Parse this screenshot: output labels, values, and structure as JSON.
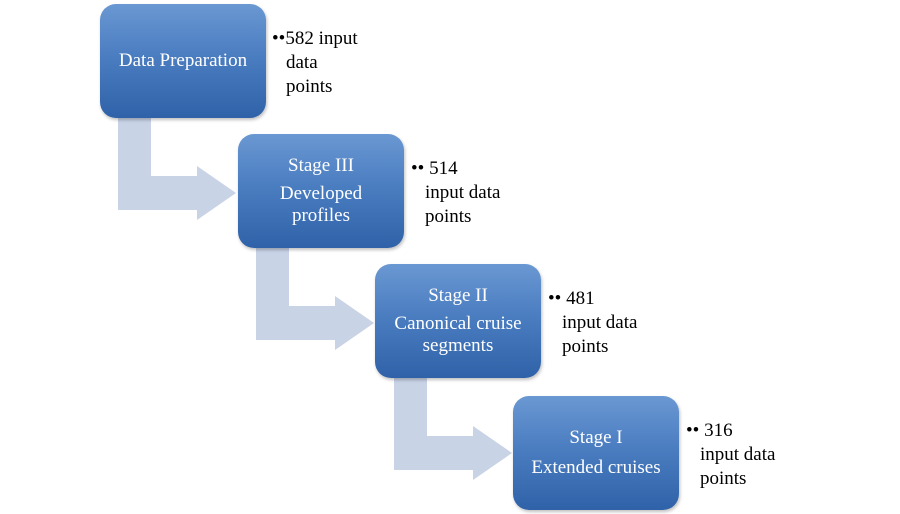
{
  "stages": [
    {
      "title": "",
      "lines": [
        "Data Preparation"
      ],
      "note": {
        "bullet": "••",
        "line1": "582 input",
        "line2": "data",
        "line3": "points"
      }
    },
    {
      "title": "Stage III",
      "lines": [
        "Developed",
        "profiles"
      ],
      "note": {
        "bullet": "•• ",
        "line1": "514",
        "line2": "input data",
        "line3": "points"
      }
    },
    {
      "title": "Stage II",
      "lines": [
        "Canonical cruise",
        "segments"
      ],
      "note": {
        "bullet": "•• ",
        "line1": "481",
        "line2": "input data",
        "line3": "points"
      }
    },
    {
      "title": "Stage I",
      "lines": [
        "Extended cruises"
      ],
      "note": {
        "bullet": "•• ",
        "line1": "316",
        "line2": "input data",
        "line3": "points"
      }
    }
  ],
  "colors": {
    "box_top": "#6a98d2",
    "box_bottom": "#2f62a8",
    "arrow": "#c8d3e6",
    "text_on_box": "#ffffff",
    "note_text": "#000000"
  }
}
